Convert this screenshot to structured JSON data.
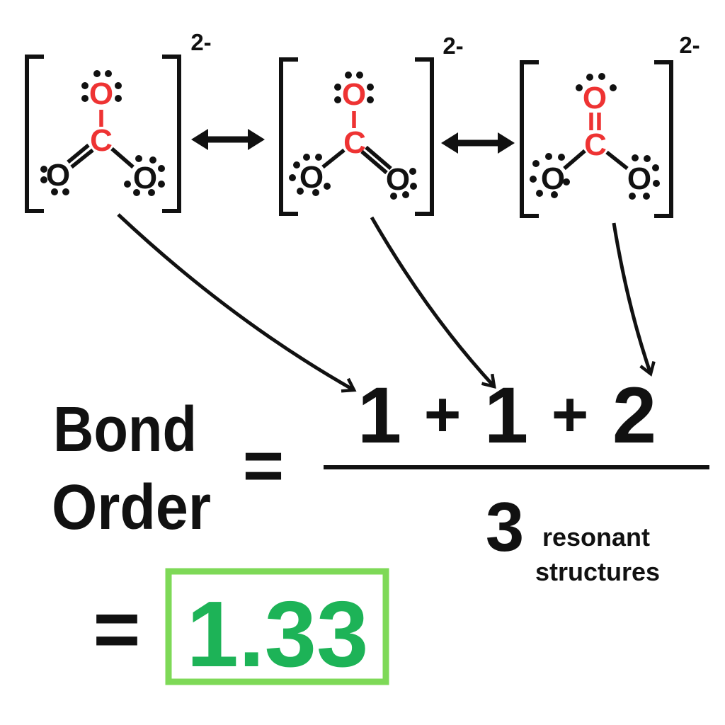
{
  "colors": {
    "red": "#ee3333",
    "black": "#111111",
    "green_text": "#1db357",
    "green_border": "#7ed957",
    "background": "#ffffff"
  },
  "atom_labels": {
    "oxygen": "O",
    "carbon": "C"
  },
  "structures": [
    {
      "charge": "2-",
      "double_bond_position": "bottom-left",
      "single_bonds": [
        "top",
        "bottom-right"
      ],
      "bond_contribution": "1"
    },
    {
      "charge": "2-",
      "double_bond_position": "bottom-right",
      "single_bonds": [
        "top",
        "bottom-left"
      ],
      "bond_contribution": "1"
    },
    {
      "charge": "2-",
      "double_bond_position": "top",
      "single_bonds": [
        "bottom-left",
        "bottom-right"
      ],
      "bond_contribution": "2"
    }
  ],
  "equation": {
    "label_line1": "Bond",
    "label_line2": "Order",
    "equals": "=",
    "numerator_parts": [
      "1",
      "+",
      "1",
      "+",
      "2"
    ],
    "denominator": "3",
    "note_line1": "resonant",
    "note_line2": "structures",
    "result_equals": "=",
    "result": "1.33"
  }
}
